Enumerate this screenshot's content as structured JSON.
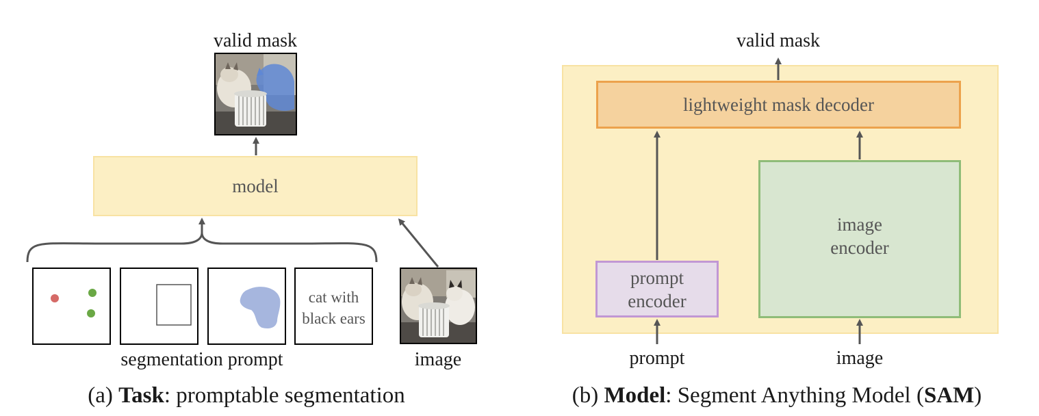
{
  "task": {
    "output_label": "valid mask",
    "model_label": "model",
    "text_prompt": [
      "cat with",
      "black ears"
    ],
    "prompt_group_label": "segmentation prompt",
    "image_label": "image",
    "caption": {
      "prefix": "(a) ",
      "bold": "Task",
      "rest": ": promptable segmentation"
    }
  },
  "model": {
    "output_label": "valid mask",
    "decoder_label": "lightweight mask decoder",
    "prompt_encoder_label": [
      "prompt",
      "encoder"
    ],
    "image_encoder_label": [
      "image",
      "encoder"
    ],
    "prompt_label": "prompt",
    "image_label": "image",
    "caption": {
      "prefix": "(b) ",
      "bold": "Model",
      "rest": ": Segment Anything Model (",
      "bold2": "SAM",
      "end": ")"
    }
  },
  "colors": {
    "model_fill": "#fcefc4",
    "model_border": "#f8e2a3",
    "decoder_fill": "#f5d29e",
    "decoder_border": "#eca24c",
    "prompt_encoder_fill": "#e6dcea",
    "prompt_encoder_border": "#c197d4",
    "image_encoder_fill": "#d8e6d0",
    "image_encoder_border": "#8fbc78",
    "arrow": "#555555",
    "point_neg": "#d56a67",
    "point_pos": "#6aa845",
    "mask_blue": "#a6b6de"
  }
}
